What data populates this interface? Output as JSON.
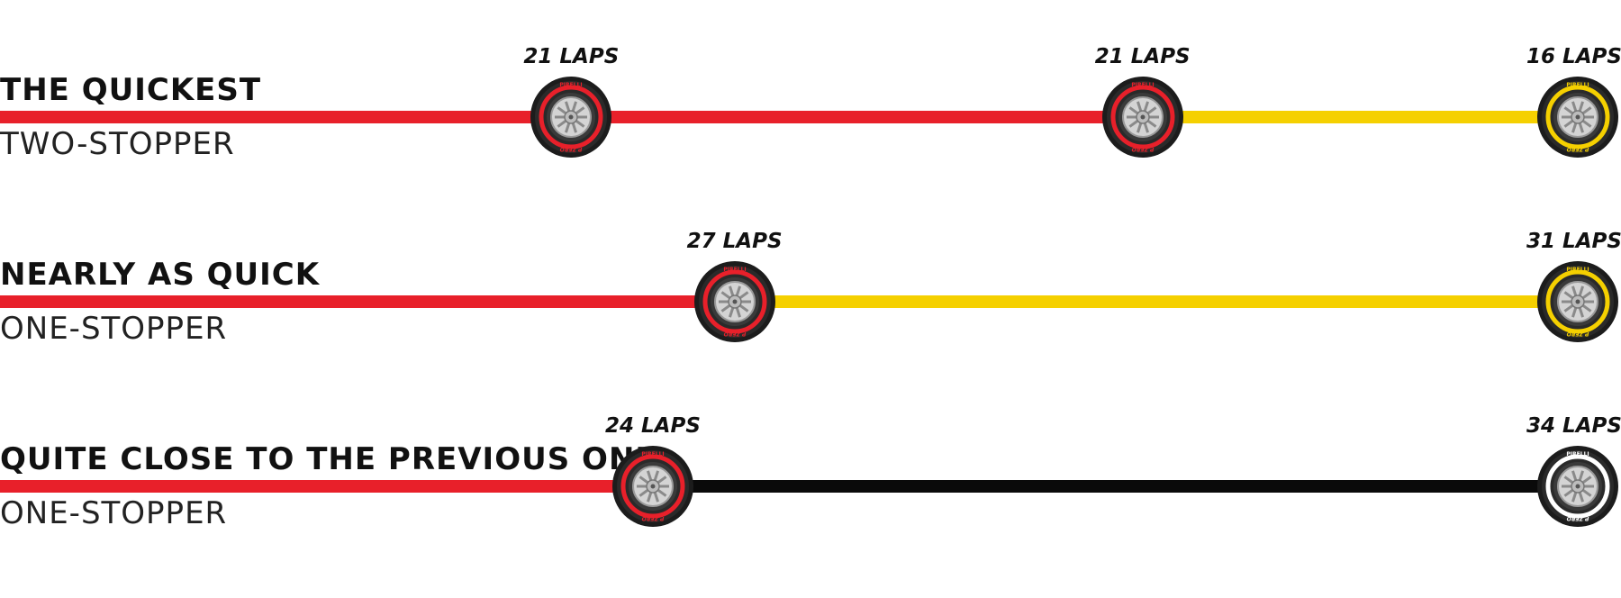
{
  "colors": {
    "soft": "#e8202a",
    "medium": "#f5d000",
    "hard": "#0a0a0a",
    "hard_band": "#ffffff"
  },
  "brand_text": "PIRELLI",
  "tyre_text": "P ZERO",
  "strategies": [
    {
      "title": "THE QUICKEST",
      "subtitle": "TWO-STOPPER",
      "stints": [
        {
          "compound": "soft",
          "laps": 21,
          "laps_label": "21 LAPS"
        },
        {
          "compound": "soft",
          "laps": 21,
          "laps_label": "21 LAPS"
        },
        {
          "compound": "medium",
          "laps": 16,
          "laps_label": "16 LAPS"
        }
      ]
    },
    {
      "title": "NEARLY AS QUICK",
      "subtitle": "ONE-STOPPER",
      "stints": [
        {
          "compound": "soft",
          "laps": 27,
          "laps_label": "27 LAPS"
        },
        {
          "compound": "medium",
          "laps": 31,
          "laps_label": "31 LAPS"
        }
      ]
    },
    {
      "title": "QUITE CLOSE TO THE PREVIOUS ONE",
      "subtitle": "ONE-STOPPER",
      "stints": [
        {
          "compound": "soft",
          "laps": 24,
          "laps_label": "24 LAPS"
        },
        {
          "compound": "hard",
          "laps": 34,
          "laps_label": "34 LAPS"
        }
      ]
    }
  ]
}
